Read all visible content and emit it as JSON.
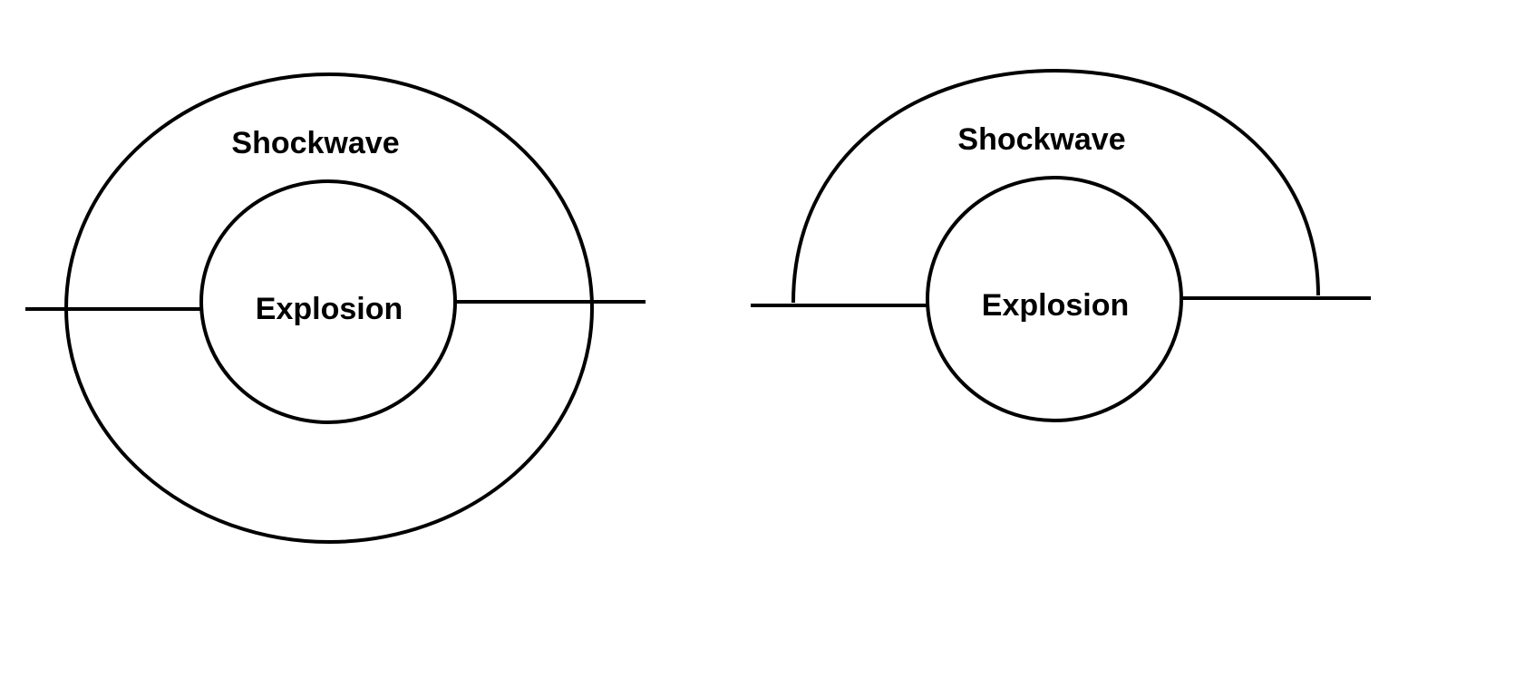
{
  "diagram_left": {
    "outer_label": "Shockwave",
    "inner_label": "Explosion"
  },
  "diagram_right": {
    "outer_label": "Shockwave",
    "inner_label": "Explosion"
  },
  "colors": {
    "stroke": "#000000",
    "background": "#ffffff"
  }
}
